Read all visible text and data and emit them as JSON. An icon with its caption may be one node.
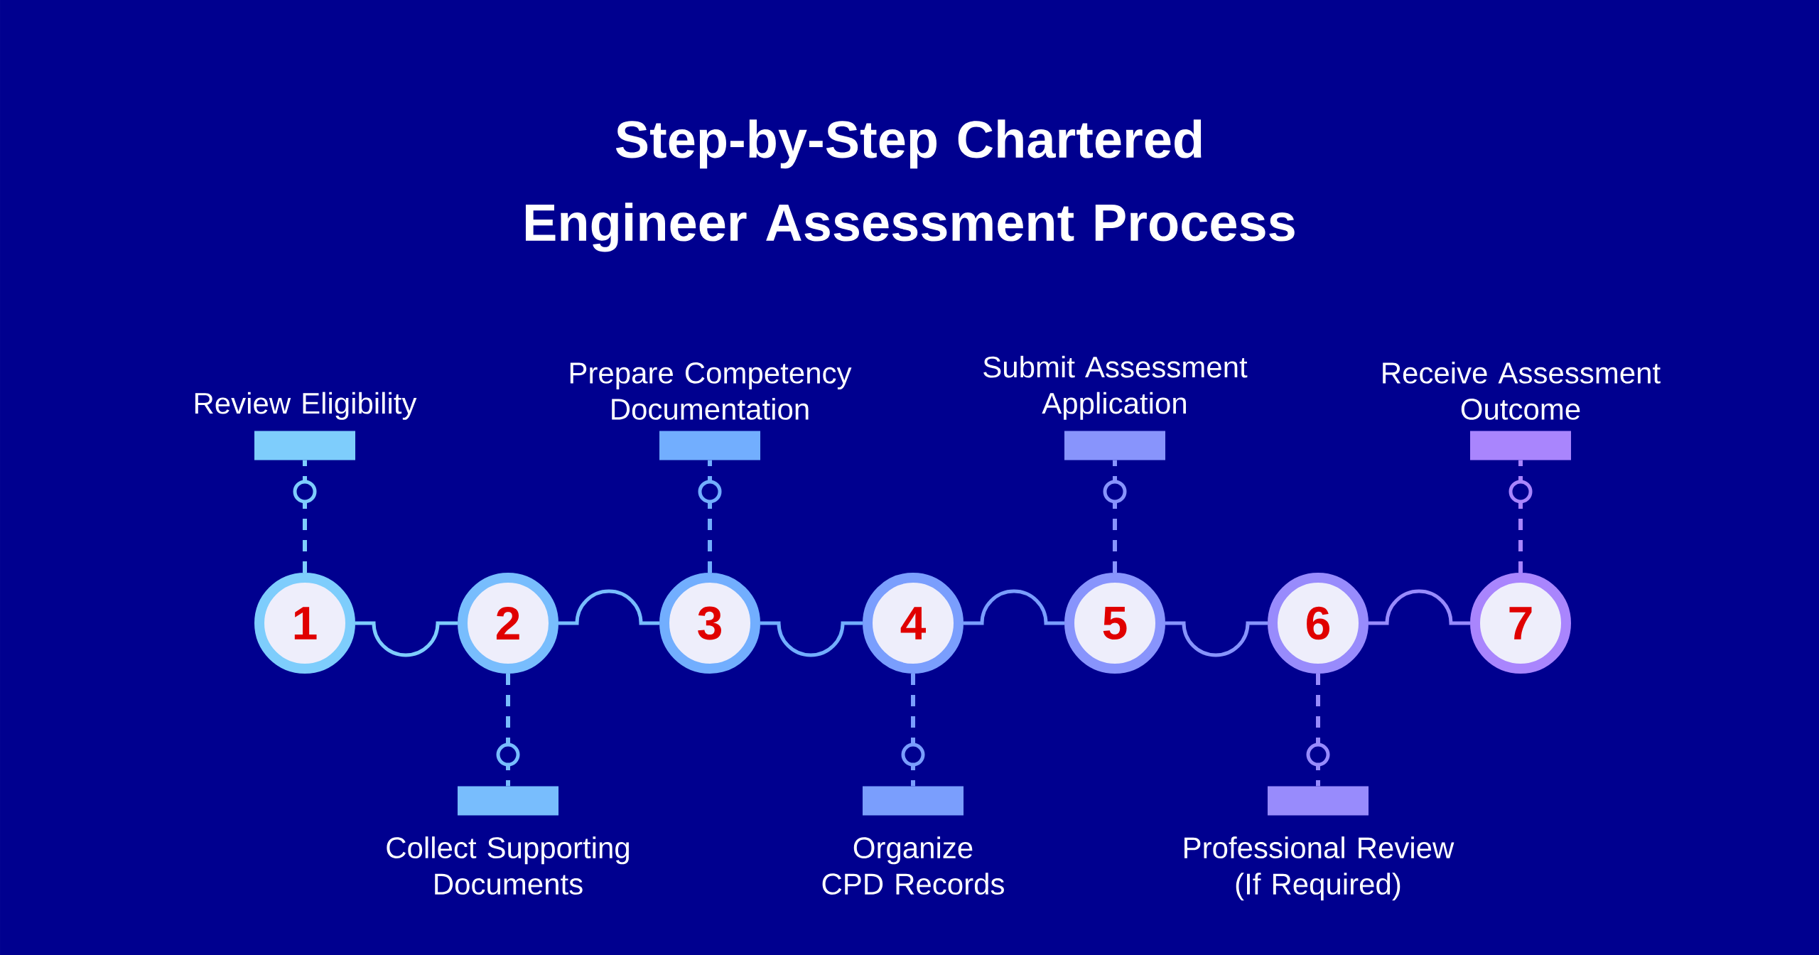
{
  "diagram": {
    "title": "Step-by-Step Chartered Engineer Assessment Process",
    "nodes": [
      {
        "text": [
          "1"
        ]
      },
      {
        "text": [
          "2"
        ]
      },
      {
        "text": [
          "3"
        ]
      },
      {
        "text": [
          "4"
        ]
      },
      {
        "text": [
          "5"
        ]
      },
      {
        "text": [
          "6"
        ]
      },
      {
        "text": [
          "7"
        ]
      },
      {
        "text": [],
        "shape": "bar",
        "beside": [
          "Review Eligibility"
        ]
      },
      {
        "text": [],
        "shape": "bar",
        "beside": [
          "Collect Supporting Documents"
        ]
      },
      {
        "text": [],
        "shape": "bar",
        "beside": [
          "Prepare Competency Documentation"
        ]
      },
      {
        "text": [],
        "shape": "bar",
        "beside": [
          "Organize CPD Records"
        ]
      },
      {
        "text": [],
        "shape": "bar",
        "beside": [
          "Submit Assessment Application"
        ]
      },
      {
        "text": [],
        "shape": "bar",
        "beside": [
          "Professional Review (If Required)"
        ]
      },
      {
        "text": [],
        "shape": "bar",
        "beside": [
          "Receive Assessment Outcome"
        ]
      }
    ],
    "edges": [
      {
        "from": 0,
        "to": 1,
        "arrow": "none"
      },
      {
        "from": 1,
        "to": 2,
        "arrow": "none"
      },
      {
        "from": 2,
        "to": 3,
        "arrow": "none"
      },
      {
        "from": 3,
        "to": 4,
        "arrow": "none"
      },
      {
        "from": 4,
        "to": 5,
        "arrow": "none"
      },
      {
        "from": 5,
        "to": 6,
        "arrow": "none"
      },
      {
        "from": 0,
        "to": 7,
        "arrow": "none",
        "style": "dashed"
      },
      {
        "from": 1,
        "to": 8,
        "arrow": "none",
        "style": "dashed"
      },
      {
        "from": 2,
        "to": 9,
        "arrow": "none",
        "style": "dashed"
      },
      {
        "from": 3,
        "to": 10,
        "arrow": "none",
        "style": "dashed"
      },
      {
        "from": 4,
        "to": 11,
        "arrow": "none",
        "style": "dashed"
      },
      {
        "from": 5,
        "to": 12,
        "arrow": "none",
        "style": "dashed"
      },
      {
        "from": 6,
        "to": 13,
        "arrow": "none",
        "style": "dashed"
      }
    ]
  }
}
